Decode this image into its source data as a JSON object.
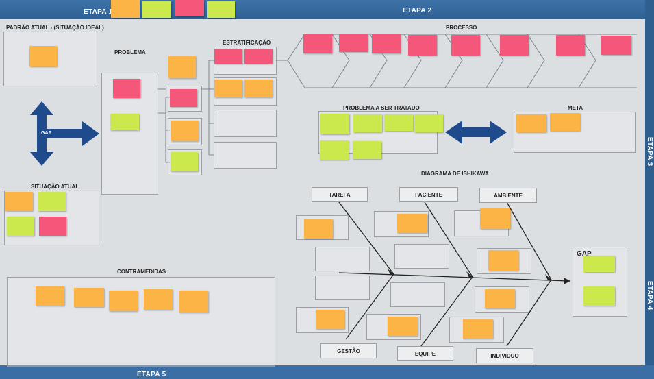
{
  "etapas": {
    "etapa1": "ETAPA 1",
    "etapa2": "ETAPA 2",
    "etapa3": "ETAPA 3",
    "etapa4": "ETAPA 4",
    "etapa5": "ETAPA 5"
  },
  "sections": {
    "padrao_atual": "PADRÃO ATUAL - (SITUAÇÃO IDEAL)",
    "problema": "PROBLEMA",
    "estratificacao": "ESTRATIFICAÇÃO",
    "processo": "PROCESSO",
    "gap": "GAP",
    "problema_tratado": "PROBLEMA A SER TRATADO",
    "meta": "META",
    "diagrama": "DIAGRAMA DE ISHIKAWA",
    "situacao_atual": "SITUAÇÃO ATUAL",
    "contramedidas": "CONTRAMEDIDAS",
    "gap_right": "GAP"
  },
  "ishikawa": {
    "tarefa": "TAREFA",
    "paciente": "PACIENTE",
    "ambiente": "AMBIENTE",
    "gestao": "GESTÃO",
    "equipe": "EQUIPE",
    "individuo": "INDIVIDUO"
  },
  "colors": {
    "pink": "#f4577a",
    "orange": "#fdb446",
    "yellow": "#f7f27a",
    "green": "#cbe84d",
    "arrow": "#1f4a8c",
    "band": "#2f5f8f"
  }
}
